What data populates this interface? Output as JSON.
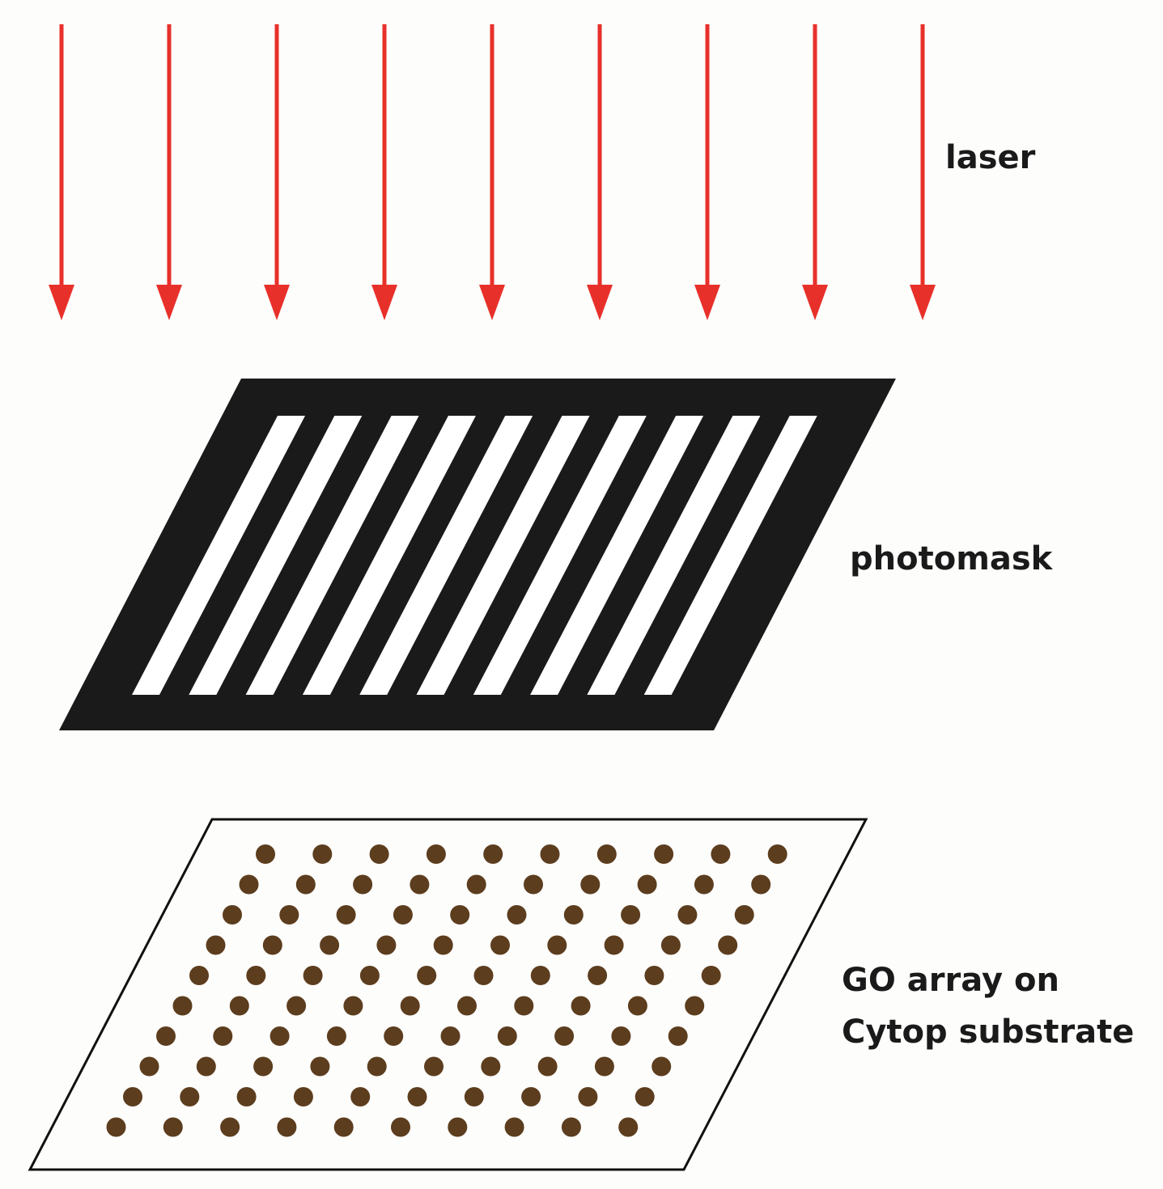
{
  "labels": {
    "laser": "laser",
    "photomask": "photomask",
    "substrate_line1": "GO array on",
    "substrate_line2": "Cytop substrate"
  },
  "colors": {
    "background": "#fdfdfb",
    "laser_arrow": "#e8302a",
    "photomask": "#1a1a1a",
    "mask_slit": "#ffffff",
    "go_dot": "#5c3d1e",
    "substrate_outline": "#111111"
  },
  "diagram": {
    "laser_arrow_count": 9,
    "mask_slit_count": 10,
    "go_array_rows": 10,
    "go_array_columns": 10
  }
}
